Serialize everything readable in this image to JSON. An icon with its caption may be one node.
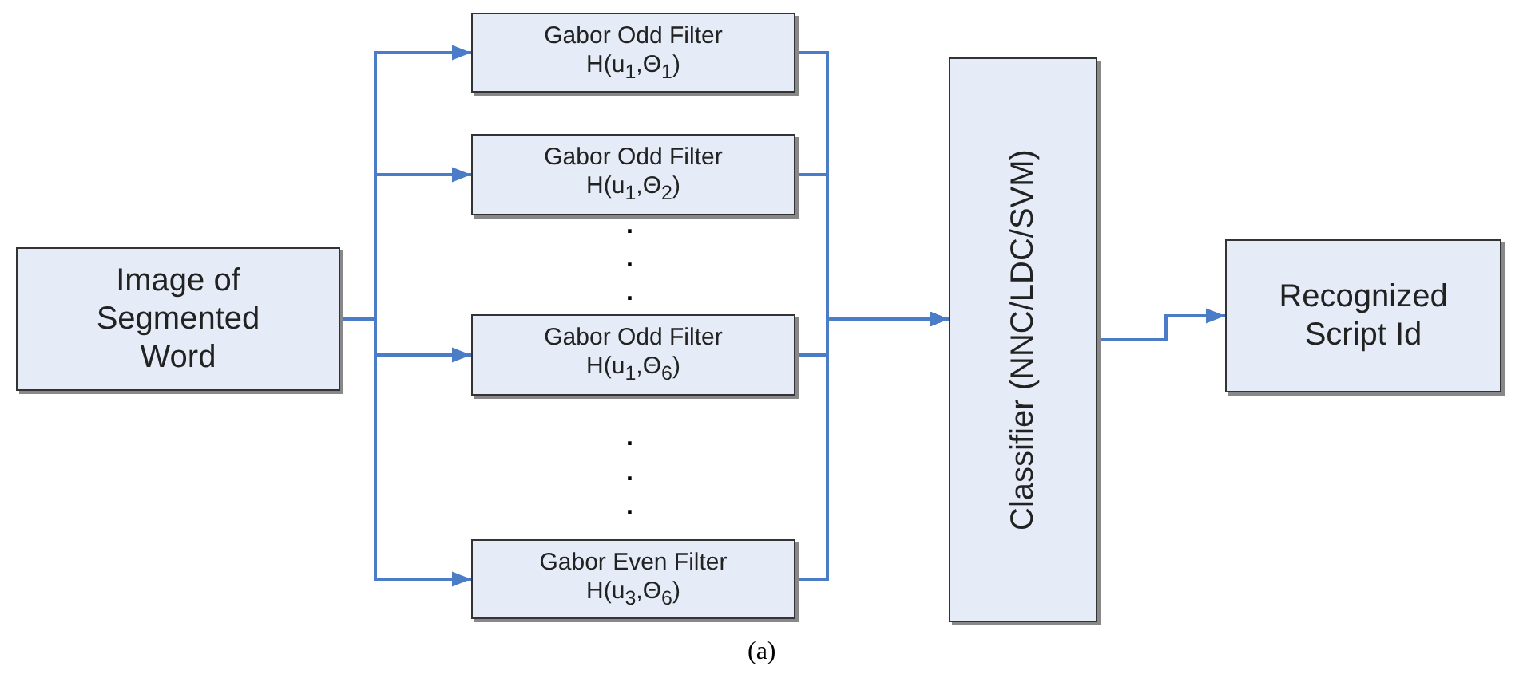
{
  "diagram": {
    "caption": "(a)",
    "nodes": [
      {
        "text": [
          "Image of Segmented Word"
        ]
      },
      {
        "text": [
          "Gabor Odd Filter",
          "H(u$_{1}$,Θ$_{1}$)"
        ]
      },
      {
        "text": [
          "Gabor Odd Filter",
          "H(u$_{1}$,Θ$_{2}$)"
        ]
      },
      {
        "text": [
          "Gabor Odd Filter",
          "H(u$_{1}$,Θ$_{6}$)"
        ]
      },
      {
        "text": [
          "Gabor Even Filter",
          "H(u$_{3}$,Θ$_{6}$)"
        ]
      },
      {
        "text": [
          "Classifier (NNC/LDC/SVM)"
        ]
      },
      {
        "text": [
          "Recognized Script Id"
        ]
      }
    ],
    "edges": [
      {
        "from": 0,
        "to": 1,
        "arrow": "to"
      },
      {
        "from": 0,
        "to": 2,
        "arrow": "to"
      },
      {
        "from": 0,
        "to": 3,
        "arrow": "to"
      },
      {
        "from": 0,
        "to": 4,
        "arrow": "to"
      },
      {
        "from": 1,
        "to": 5,
        "arrow": "to"
      },
      {
        "from": 2,
        "to": 5,
        "arrow": "to"
      },
      {
        "from": 3,
        "to": 5,
        "arrow": "to"
      },
      {
        "from": 4,
        "to": 5,
        "arrow": "to"
      },
      {
        "from": 5,
        "to": 6,
        "arrow": "to"
      }
    ],
    "labels": [
      ".",
      ".",
      ".",
      ".",
      ".",
      "."
    ]
  }
}
